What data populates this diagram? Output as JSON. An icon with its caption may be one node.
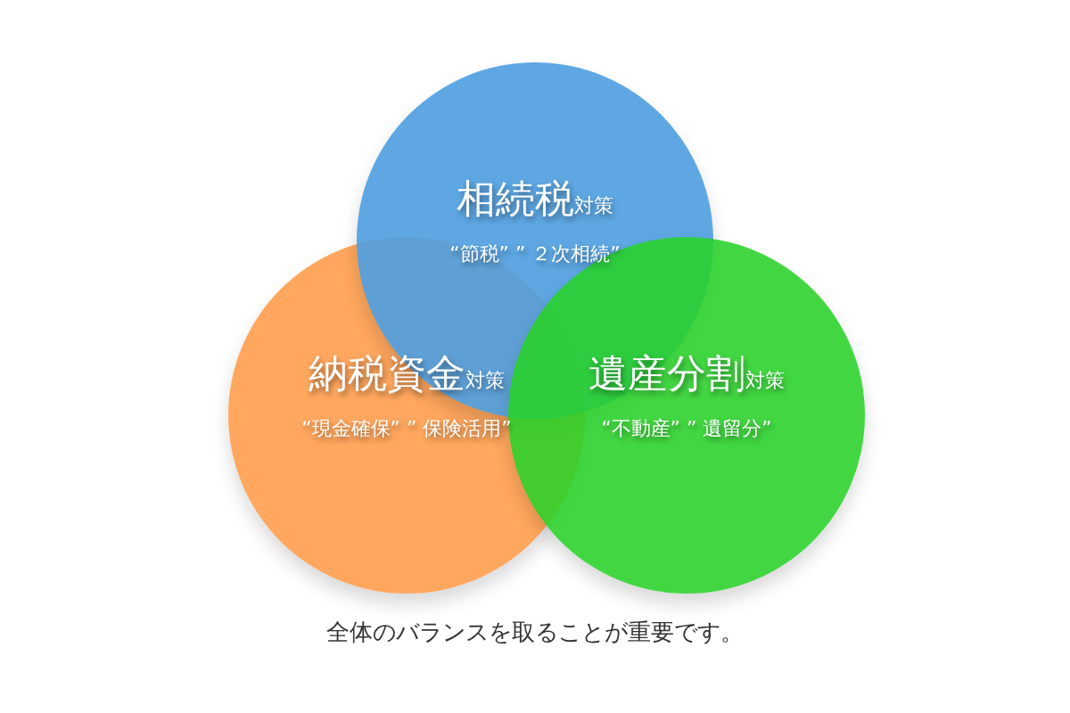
{
  "diagram": {
    "caption": "全体のバランスを取ることが重要です。",
    "nodes": [
      {
        "text": [
          "相続税",
          "対策",
          "“節税” ” ２次相続”"
        ]
      },
      {
        "text": [
          "納税資金",
          "対策",
          "“現金確保” ” 保険活用”"
        ]
      },
      {
        "text": [
          "遺産分割",
          "対策",
          "“不動産” ” 遺留分”"
        ]
      }
    ],
    "edges": []
  }
}
